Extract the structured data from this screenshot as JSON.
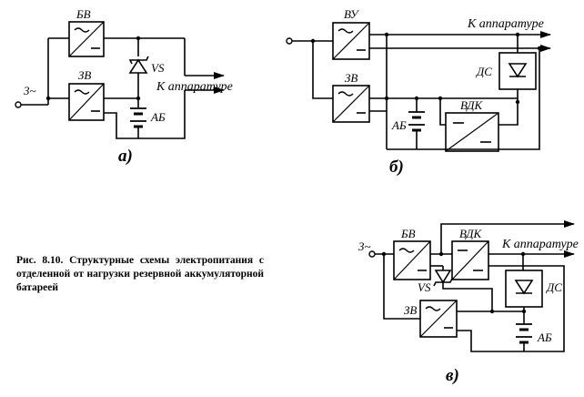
{
  "diagram_a": {
    "blocks": [
      "БВ",
      "ЗВ"
    ],
    "input": "3~",
    "zener": "VS",
    "battery": "АБ",
    "output": "К аппаратуре",
    "sublabel": "а)"
  },
  "diagram_b": {
    "blocks": [
      "ВУ",
      "ЗВ",
      "ВДК"
    ],
    "diode_box": "ДС",
    "battery": "АБ",
    "output": "К аппаратуре",
    "sublabel": "б)"
  },
  "diagram_c": {
    "blocks": [
      "БВ",
      "ВДК",
      "ЗВ"
    ],
    "input": "3~",
    "zener": "VS",
    "diode_box": "ДС",
    "battery": "АБ",
    "output": "К аппаратуре",
    "sublabel": "в)"
  },
  "caption": "Рис. 8.10. Структурные схемы электропитания с отделенной от нагрузки резервной аккумуляторной батареей"
}
